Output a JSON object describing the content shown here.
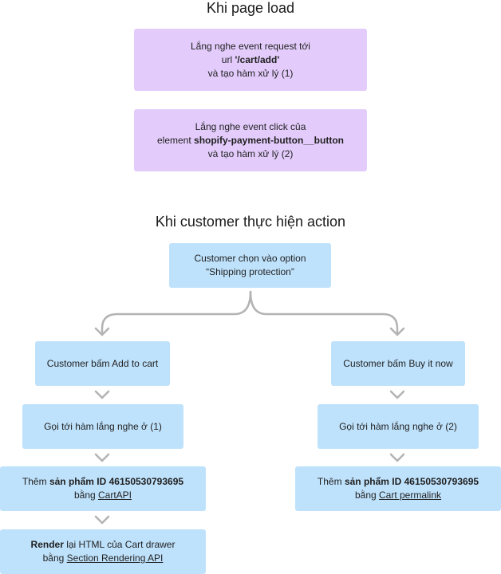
{
  "headings": {
    "page_load": "Khi page load",
    "customer_action": "Khi customer thực hiện action"
  },
  "page_load_boxes": {
    "listen_request": {
      "line1": "Lắng nghe event request tới",
      "line2_prefix": "url ",
      "line2_bold": "'/cart/add'",
      "line3": "và tạo hàm xử lý (1)"
    },
    "listen_click": {
      "line1": "Lắng nghe event click của",
      "line2_prefix": "element ",
      "line2_bold": "shopify-payment-button__button",
      "line3": "và tạo hàm xử lý (2)"
    }
  },
  "action_flow": {
    "select_option": {
      "line1": "Customer chọn vào option",
      "line2": "“Shipping protection”"
    },
    "left_branch": {
      "click_add_to_cart": "Customer bấm Add to cart",
      "call_handler": "Gọi tới hàm lắng nghe ở (1)",
      "add_product": {
        "prefix": "Thêm ",
        "bold": "sản phẩm ID 46150530793695",
        "line2_prefix": "bằng ",
        "line2_link": "CartAPI"
      },
      "render": {
        "bold": "Render",
        "rest": " lại HTML của Cart drawer",
        "line2_prefix": "bằng ",
        "line2_link": "Section Rendering API"
      }
    },
    "right_branch": {
      "click_buy_now": "Customer bấm Buy it now",
      "call_handler": "Gọi tới hàm lắng nghe ở (2)",
      "add_product": {
        "prefix": "Thêm ",
        "bold": "sản phẩm ID 46150530793695",
        "line2_prefix": "bằng ",
        "line2_link": "Cart permalink"
      }
    }
  },
  "colors": {
    "purple_box": "#e3ccfb",
    "blue_box": "#bfe2fc",
    "connector": "#b3b3b3"
  }
}
